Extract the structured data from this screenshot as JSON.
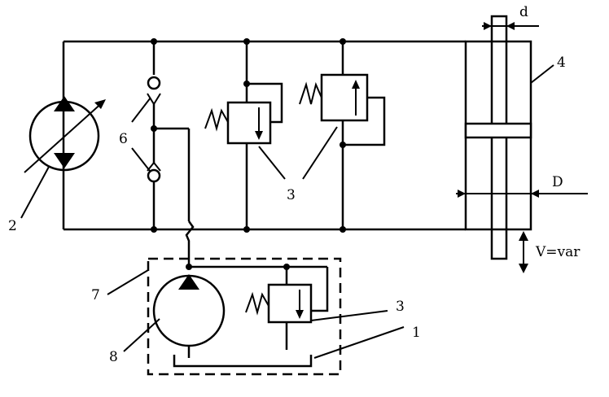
{
  "labels": {
    "pump_variable": "2",
    "check_valves": "6",
    "relief_valves": "3",
    "cylinder": "4",
    "rod_diameter": "d",
    "piston_diameter": "D",
    "velocity": "V=var",
    "makeup_unit": "7",
    "makeup_pump": "8",
    "makeup_relief": "3",
    "tank": "1"
  },
  "colors": {
    "line": "#000000",
    "background": "#ffffff"
  }
}
